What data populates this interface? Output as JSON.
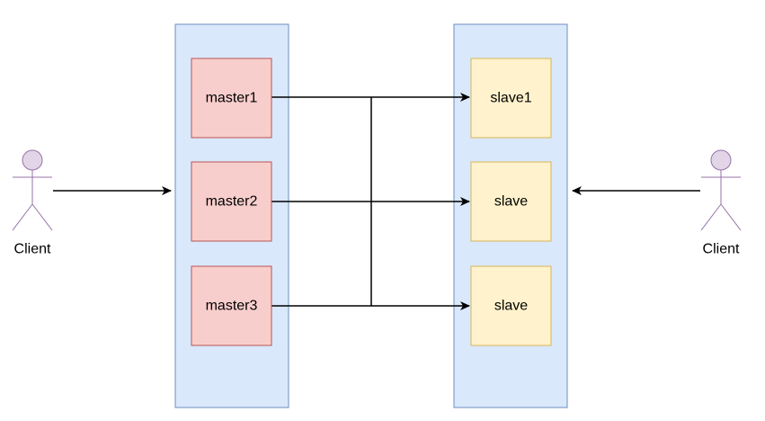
{
  "colors": {
    "container_fill": "#dae8fc",
    "container_stroke": "#6c8ebf",
    "master_fill": "#f8cecc",
    "master_stroke": "#b85450",
    "slave_fill": "#fff2cc",
    "slave_stroke": "#d6b656",
    "actor_fill": "#e1d5e7",
    "actor_stroke": "#9673a6",
    "edge": "#000000"
  },
  "masters": [
    {
      "label": "master1"
    },
    {
      "label": "master2"
    },
    {
      "label": "master3"
    }
  ],
  "slaves": [
    {
      "label": "slave1"
    },
    {
      "label": "slave"
    },
    {
      "label": "slave"
    }
  ],
  "clients": {
    "left": {
      "label": "Client"
    },
    "right": {
      "label": "Client"
    }
  }
}
